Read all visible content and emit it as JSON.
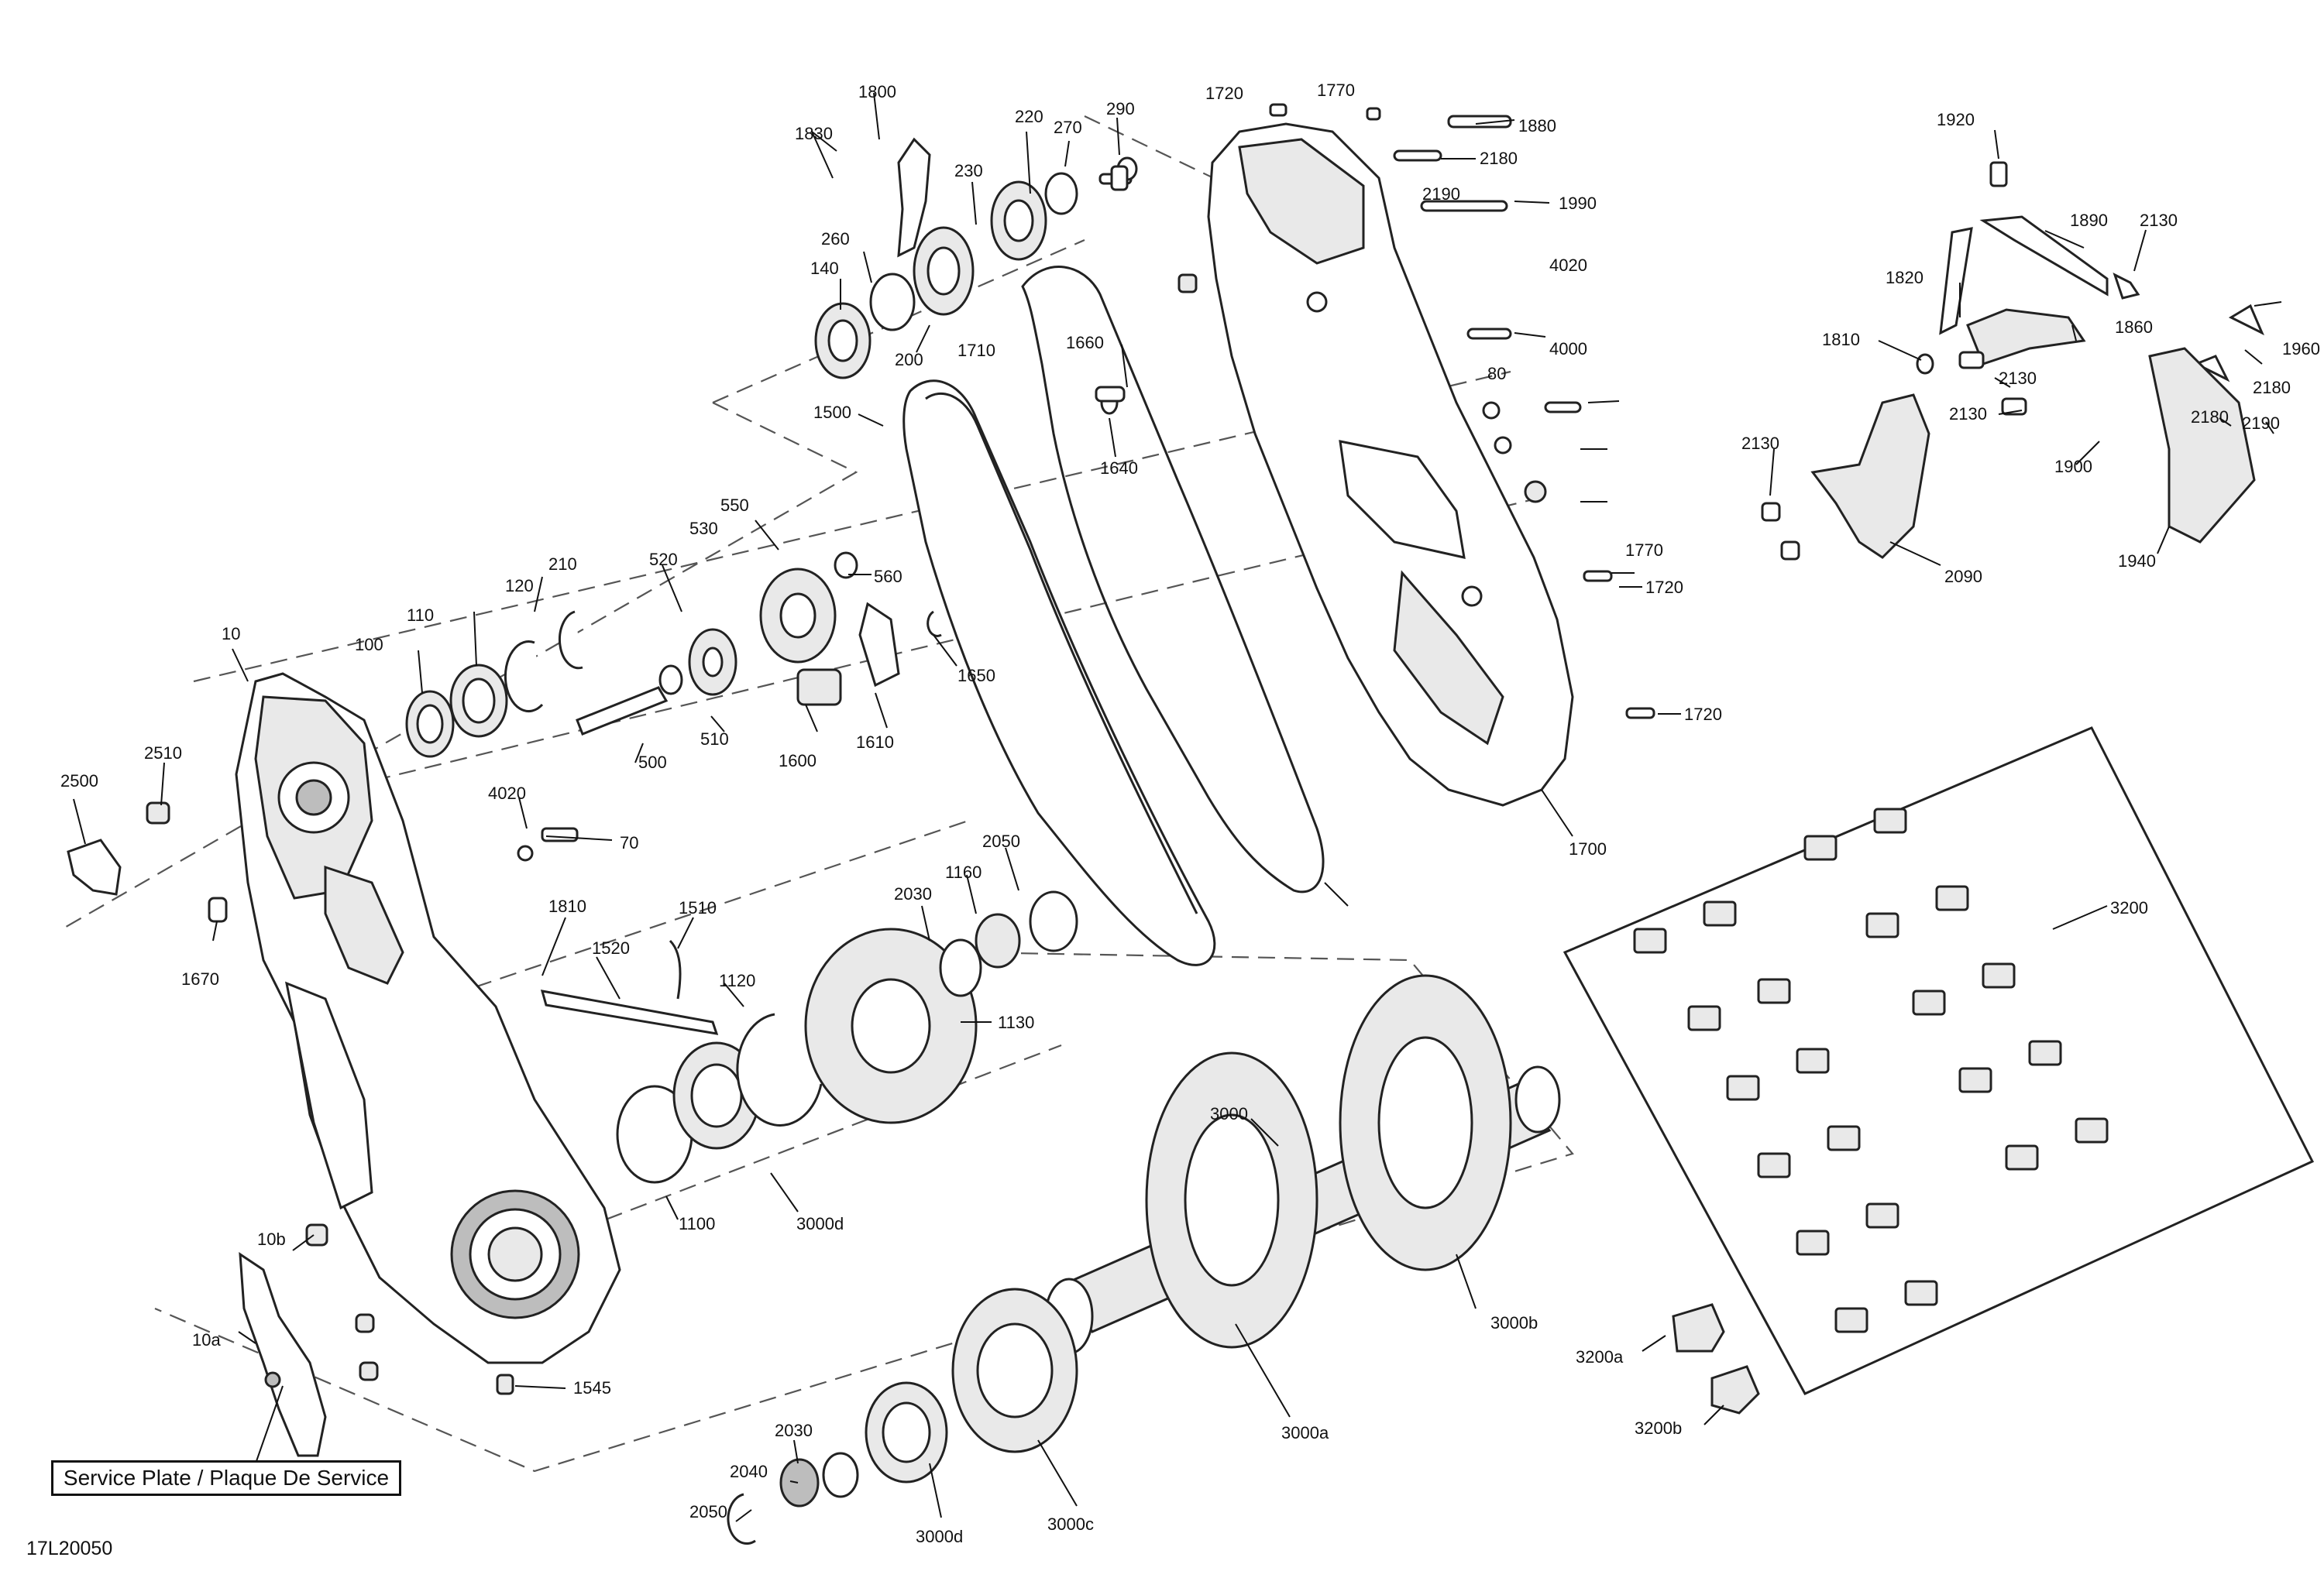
{
  "drawing_number": "17L20050",
  "service_plate_label": "Service Plate / Plaque De Service",
  "callouts": [
    "1800",
    "1830",
    "220",
    "270",
    "290",
    "230",
    "260",
    "140",
    "200",
    "1720",
    "1770",
    "1880",
    "2180",
    "2190",
    "1990",
    "4020",
    "4000",
    "80",
    "1770",
    "1720",
    "1720",
    "1700",
    "1710",
    "1660",
    "1640",
    "1500",
    "550",
    "530",
    "560",
    "520",
    "1650",
    "210",
    "120",
    "110",
    "100",
    "10",
    "510",
    "500",
    "1600",
    "1610",
    "2510",
    "2500",
    "4020",
    "70",
    "1670",
    "1810",
    "1510",
    "1520",
    "1120",
    "2030",
    "1160",
    "2050",
    "1130",
    "1100",
    "3000d",
    "3000",
    "3000b",
    "3000a",
    "10b",
    "10a",
    "1545",
    "2030",
    "2040",
    "2050",
    "3000d",
    "3000c",
    "1920",
    "1890",
    "2130",
    "1820",
    "1860",
    "1960",
    "1810",
    "2130",
    "2180",
    "2130",
    "2180",
    "2190",
    "1900",
    "2130",
    "2090",
    "1940",
    "3200",
    "3200a",
    "3200b"
  ]
}
